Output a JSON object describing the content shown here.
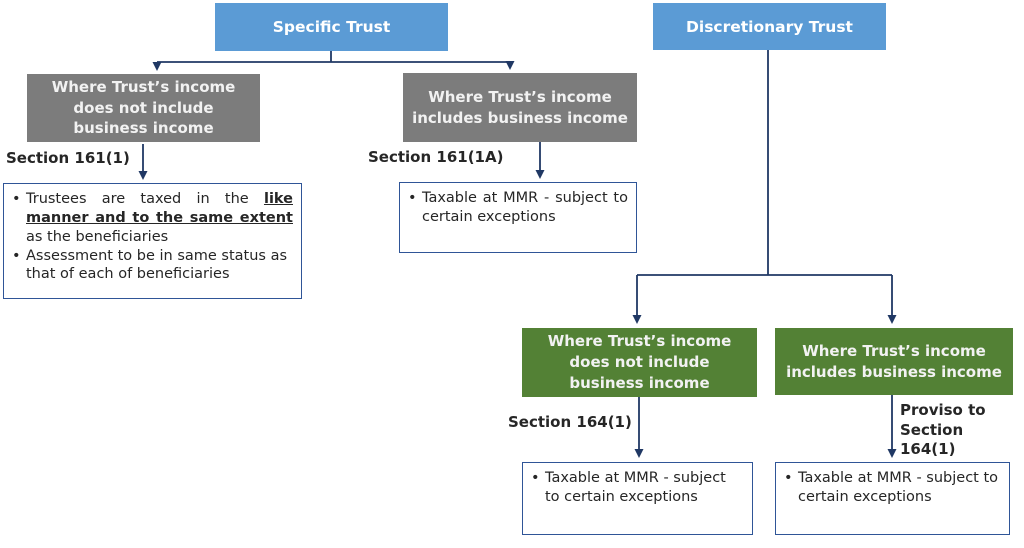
{
  "colors": {
    "blue": "#5B9BD5",
    "gray": "#7C7C7C",
    "green": "#538135",
    "line": "#203864",
    "box_border": "#2F5597",
    "text_dark": "#262626"
  },
  "diagram": {
    "bullet_glyph": "•",
    "specific": {
      "title": "Specific Trust",
      "left": {
        "header": "Where Trust’s income does not include business income",
        "section": "Section 161(1)",
        "bullet1_pre": "Trustees are taxed in the ",
        "bullet1_emph": "like manner and to the same extent",
        "bullet1_post": " as the beneficiaries",
        "bullet2": "Assessment to be in same status as that of each of beneficiaries"
      },
      "right": {
        "header": "Where Trust’s income includes business income",
        "section": "Section 161(1A)",
        "bullet": "Taxable at MMR - subject to certain exceptions"
      }
    },
    "discretionary": {
      "title": "Discretionary Trust",
      "left": {
        "header": "Where Trust’s income does not include business income",
        "section": "Section 164(1)",
        "bullet": "Taxable at MMR - subject to certain exceptions"
      },
      "right": {
        "header": "Where Trust’s income includes business income",
        "section": "Proviso to Section 164(1)",
        "bullet": "Taxable at MMR - subject to certain exceptions"
      }
    }
  }
}
